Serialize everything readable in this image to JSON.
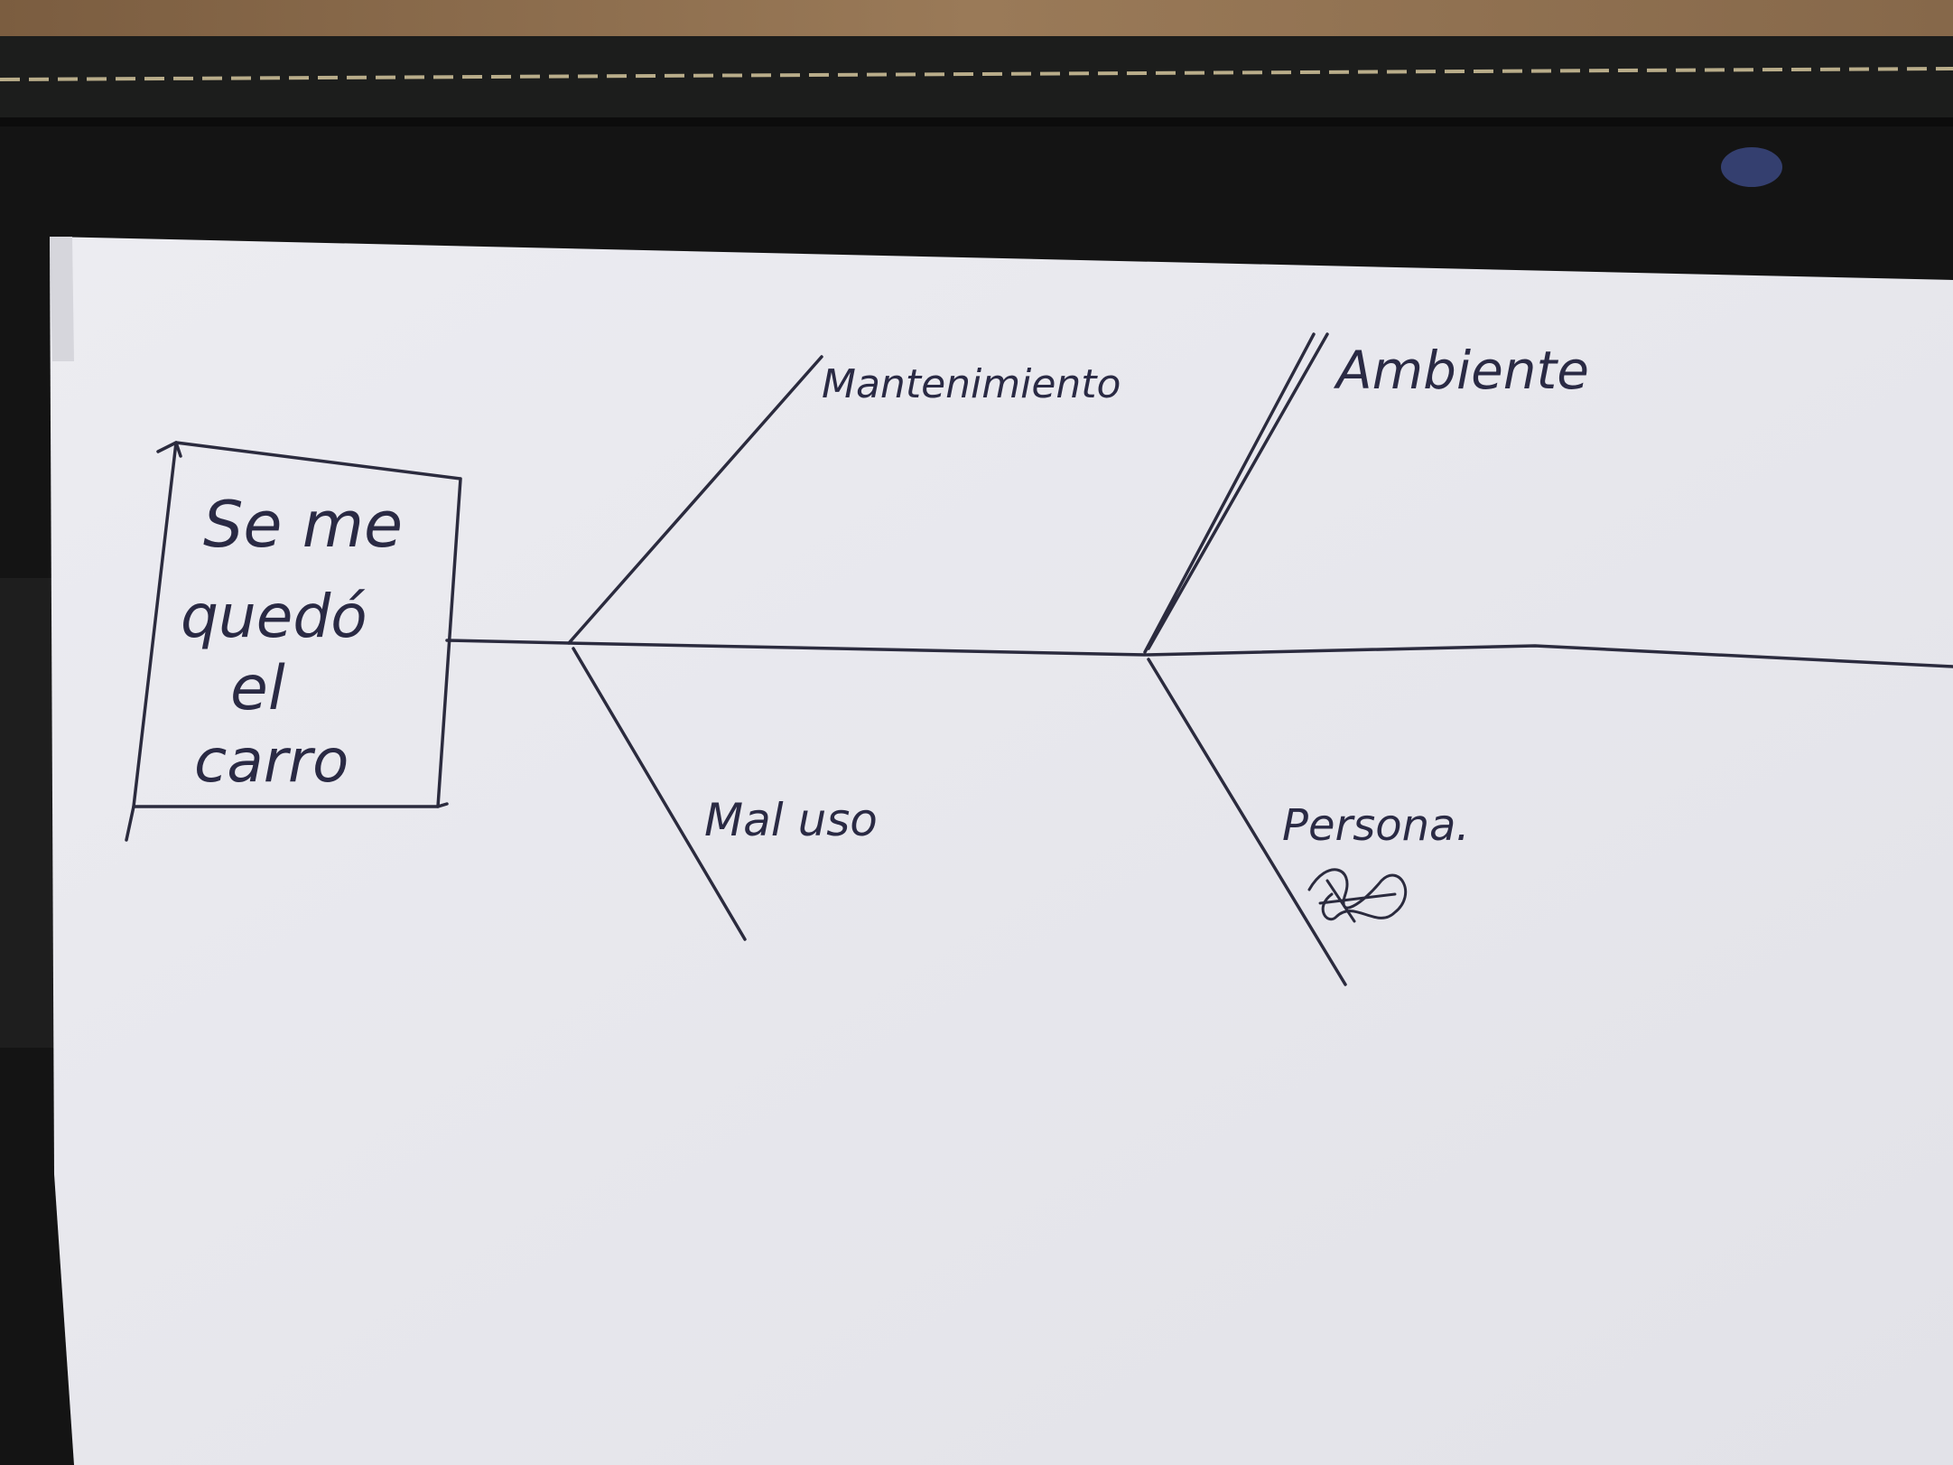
{
  "diagram": {
    "type": "fishbone",
    "effect": {
      "lines": [
        "Se me",
        "quedó",
        "el",
        "carro"
      ]
    },
    "causes": [
      {
        "id": "mantenimiento",
        "label": "Mantenimiento",
        "side": "top"
      },
      {
        "id": "ambiente",
        "label": "Ambiente",
        "side": "top"
      },
      {
        "id": "mal-uso",
        "label": "Mal uso",
        "side": "bottom"
      },
      {
        "id": "persona",
        "label": "Persona.",
        "side": "bottom"
      }
    ],
    "scribble_note": "crossed-out word"
  },
  "colors": {
    "paper": "#e9e9ee",
    "ink": "#2b2b3e",
    "folder": "#151515",
    "desk": "#8a6a4a"
  }
}
